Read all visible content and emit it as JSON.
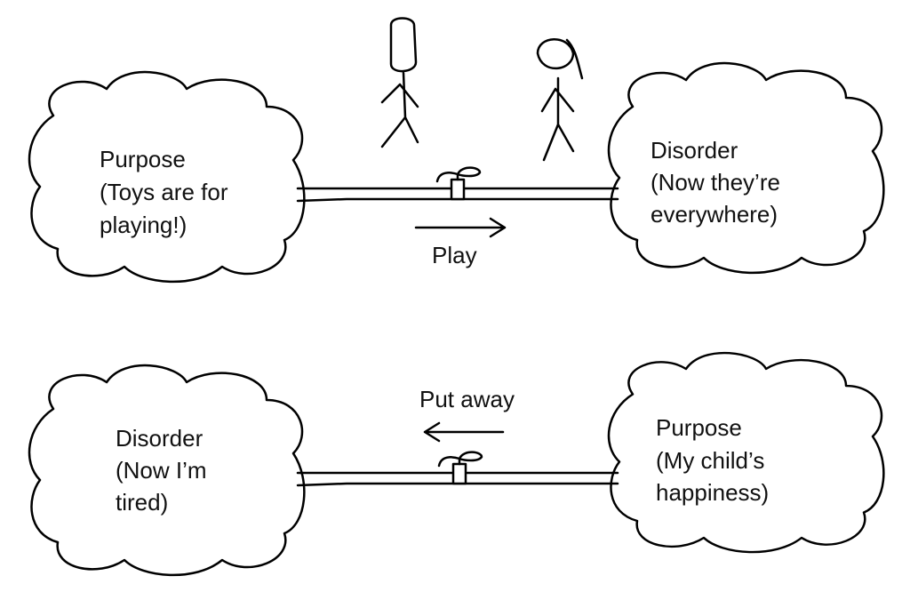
{
  "top": {
    "left_cloud": {
      "line1": "Purpose",
      "line2": "(Toys are for",
      "line3": "playing!)"
    },
    "right_cloud": {
      "line1": "Disorder",
      "line2": "(Now they’re",
      "line3": "everywhere)"
    },
    "flow_label": "Play",
    "flow_direction": "right"
  },
  "bottom": {
    "left_cloud": {
      "line1": "Disorder",
      "line2": "(Now I’m",
      "line3": "tired)"
    },
    "right_cloud": {
      "line1": "Purpose",
      "line2": "(My child’s",
      "line3": "happiness)"
    },
    "flow_label": "Put away",
    "flow_direction": "left"
  }
}
